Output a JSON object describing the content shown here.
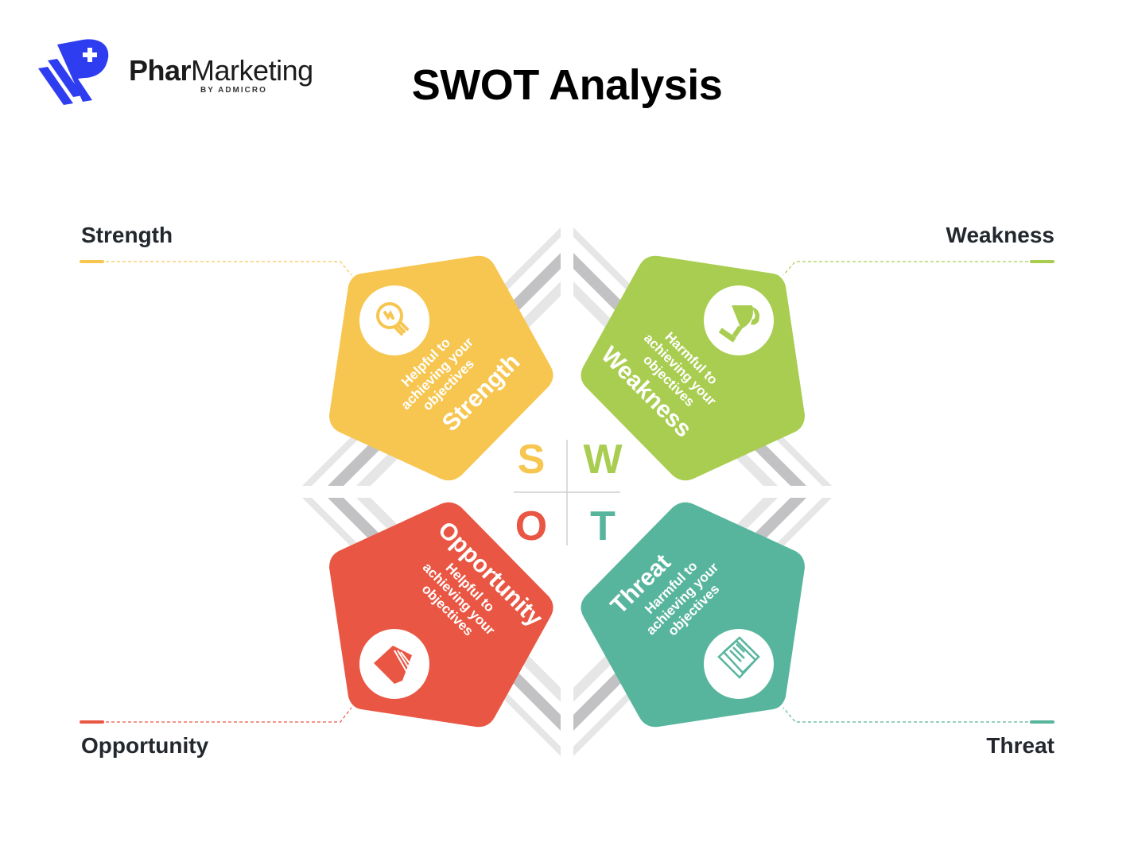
{
  "brand": {
    "name_bold": "Phar",
    "name_light": "Marketing",
    "sub": "BY ADMICRO",
    "logo_color": "#2f3df0"
  },
  "title": "SWOT Analysis",
  "colors": {
    "strength": "#f7c650",
    "weakness": "#a8cd50",
    "opportunity": "#e95643",
    "threat": "#58b59d",
    "stripe_light": "#e6e6e6",
    "stripe_dark": "#c2c2c4",
    "label_text": "#23272e"
  },
  "corner_labels": {
    "strength": "Strength",
    "weakness": "Weakness",
    "opportunity": "Opportunity",
    "threat": "Threat"
  },
  "center_letters": {
    "s": "S",
    "w": "W",
    "o": "O",
    "t": "T"
  },
  "quadrants": [
    {
      "key": "strength",
      "heading": "Strength",
      "line1": "Helpful to",
      "line2": "achieving your",
      "line3": "objectives",
      "icon": "lightbulb-icon"
    },
    {
      "key": "weakness",
      "heading": "Weakness",
      "line1": "Harmful to",
      "line2": "achieving your",
      "line3": "objectives",
      "icon": "trophy-icon"
    },
    {
      "key": "opportunity",
      "heading": "Opportunity",
      "line1": "Helpful to",
      "line2": "achieving your",
      "line3": "objectives",
      "icon": "tag-icon"
    },
    {
      "key": "threat",
      "heading": "Threat",
      "line1": "Harmful to",
      "line2": "achieving your",
      "line3": "objectives",
      "icon": "documents-icon"
    }
  ]
}
